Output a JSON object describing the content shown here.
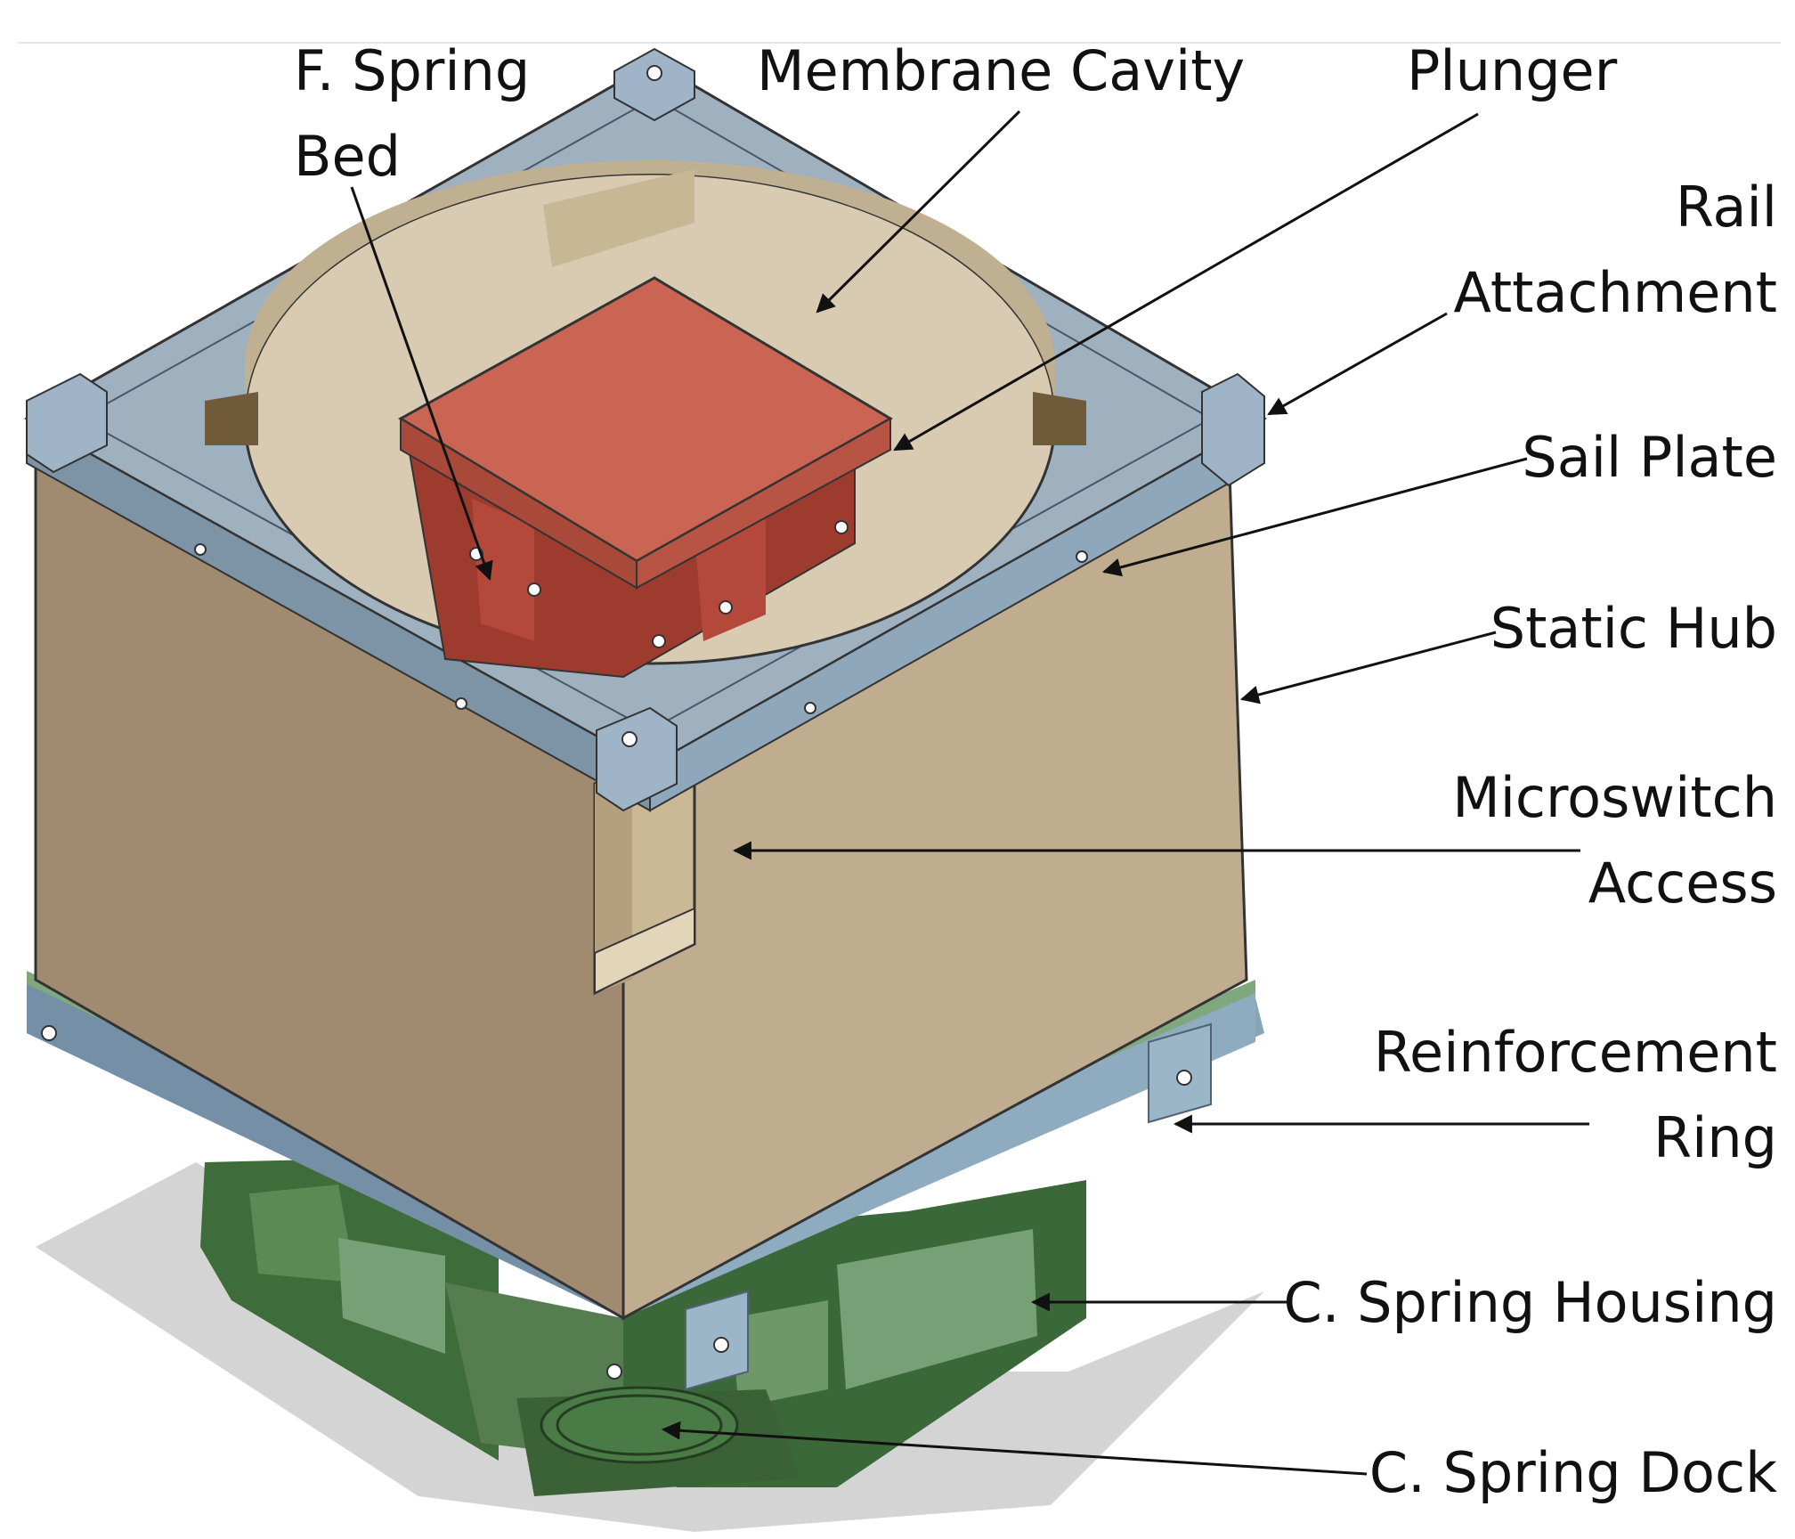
{
  "labels": {
    "f_spring_bed": [
      "F. Spring",
      "Bed"
    ],
    "membrane_cavity": "Membrane Cavity",
    "plunger": "Plunger",
    "rail_attachment": [
      "Rail",
      "Attachment"
    ],
    "sail_plate": "Sail Plate",
    "static_hub": "Static Hub",
    "microswitch_access": [
      "Microswitch",
      "Access"
    ],
    "reinforcement_ring": [
      "Reinforcement",
      "Ring"
    ],
    "c_spring_housing": "C. Spring Housing",
    "c_spring_dock": "C. Spring Dock"
  },
  "colors": {
    "background": "#ffffff",
    "text": "#111111",
    "leader_line": "#111111",
    "static_hub_left": "#a08b70",
    "static_hub_right": "#c0ad90",
    "sail_plate": "#9fb0bf",
    "sail_plate_edge": "#7d93a6",
    "plunger_top": "#c96552",
    "plunger_body": "#9e3b2f",
    "cavity": "#d8cbb2",
    "reinforcement_ring": "#7f9cb3",
    "ring_green": "#7fa87c",
    "spring_housing": "#3e6c3a",
    "spring_housing_light": "#78a076",
    "shadow": "#d4d4d4"
  }
}
